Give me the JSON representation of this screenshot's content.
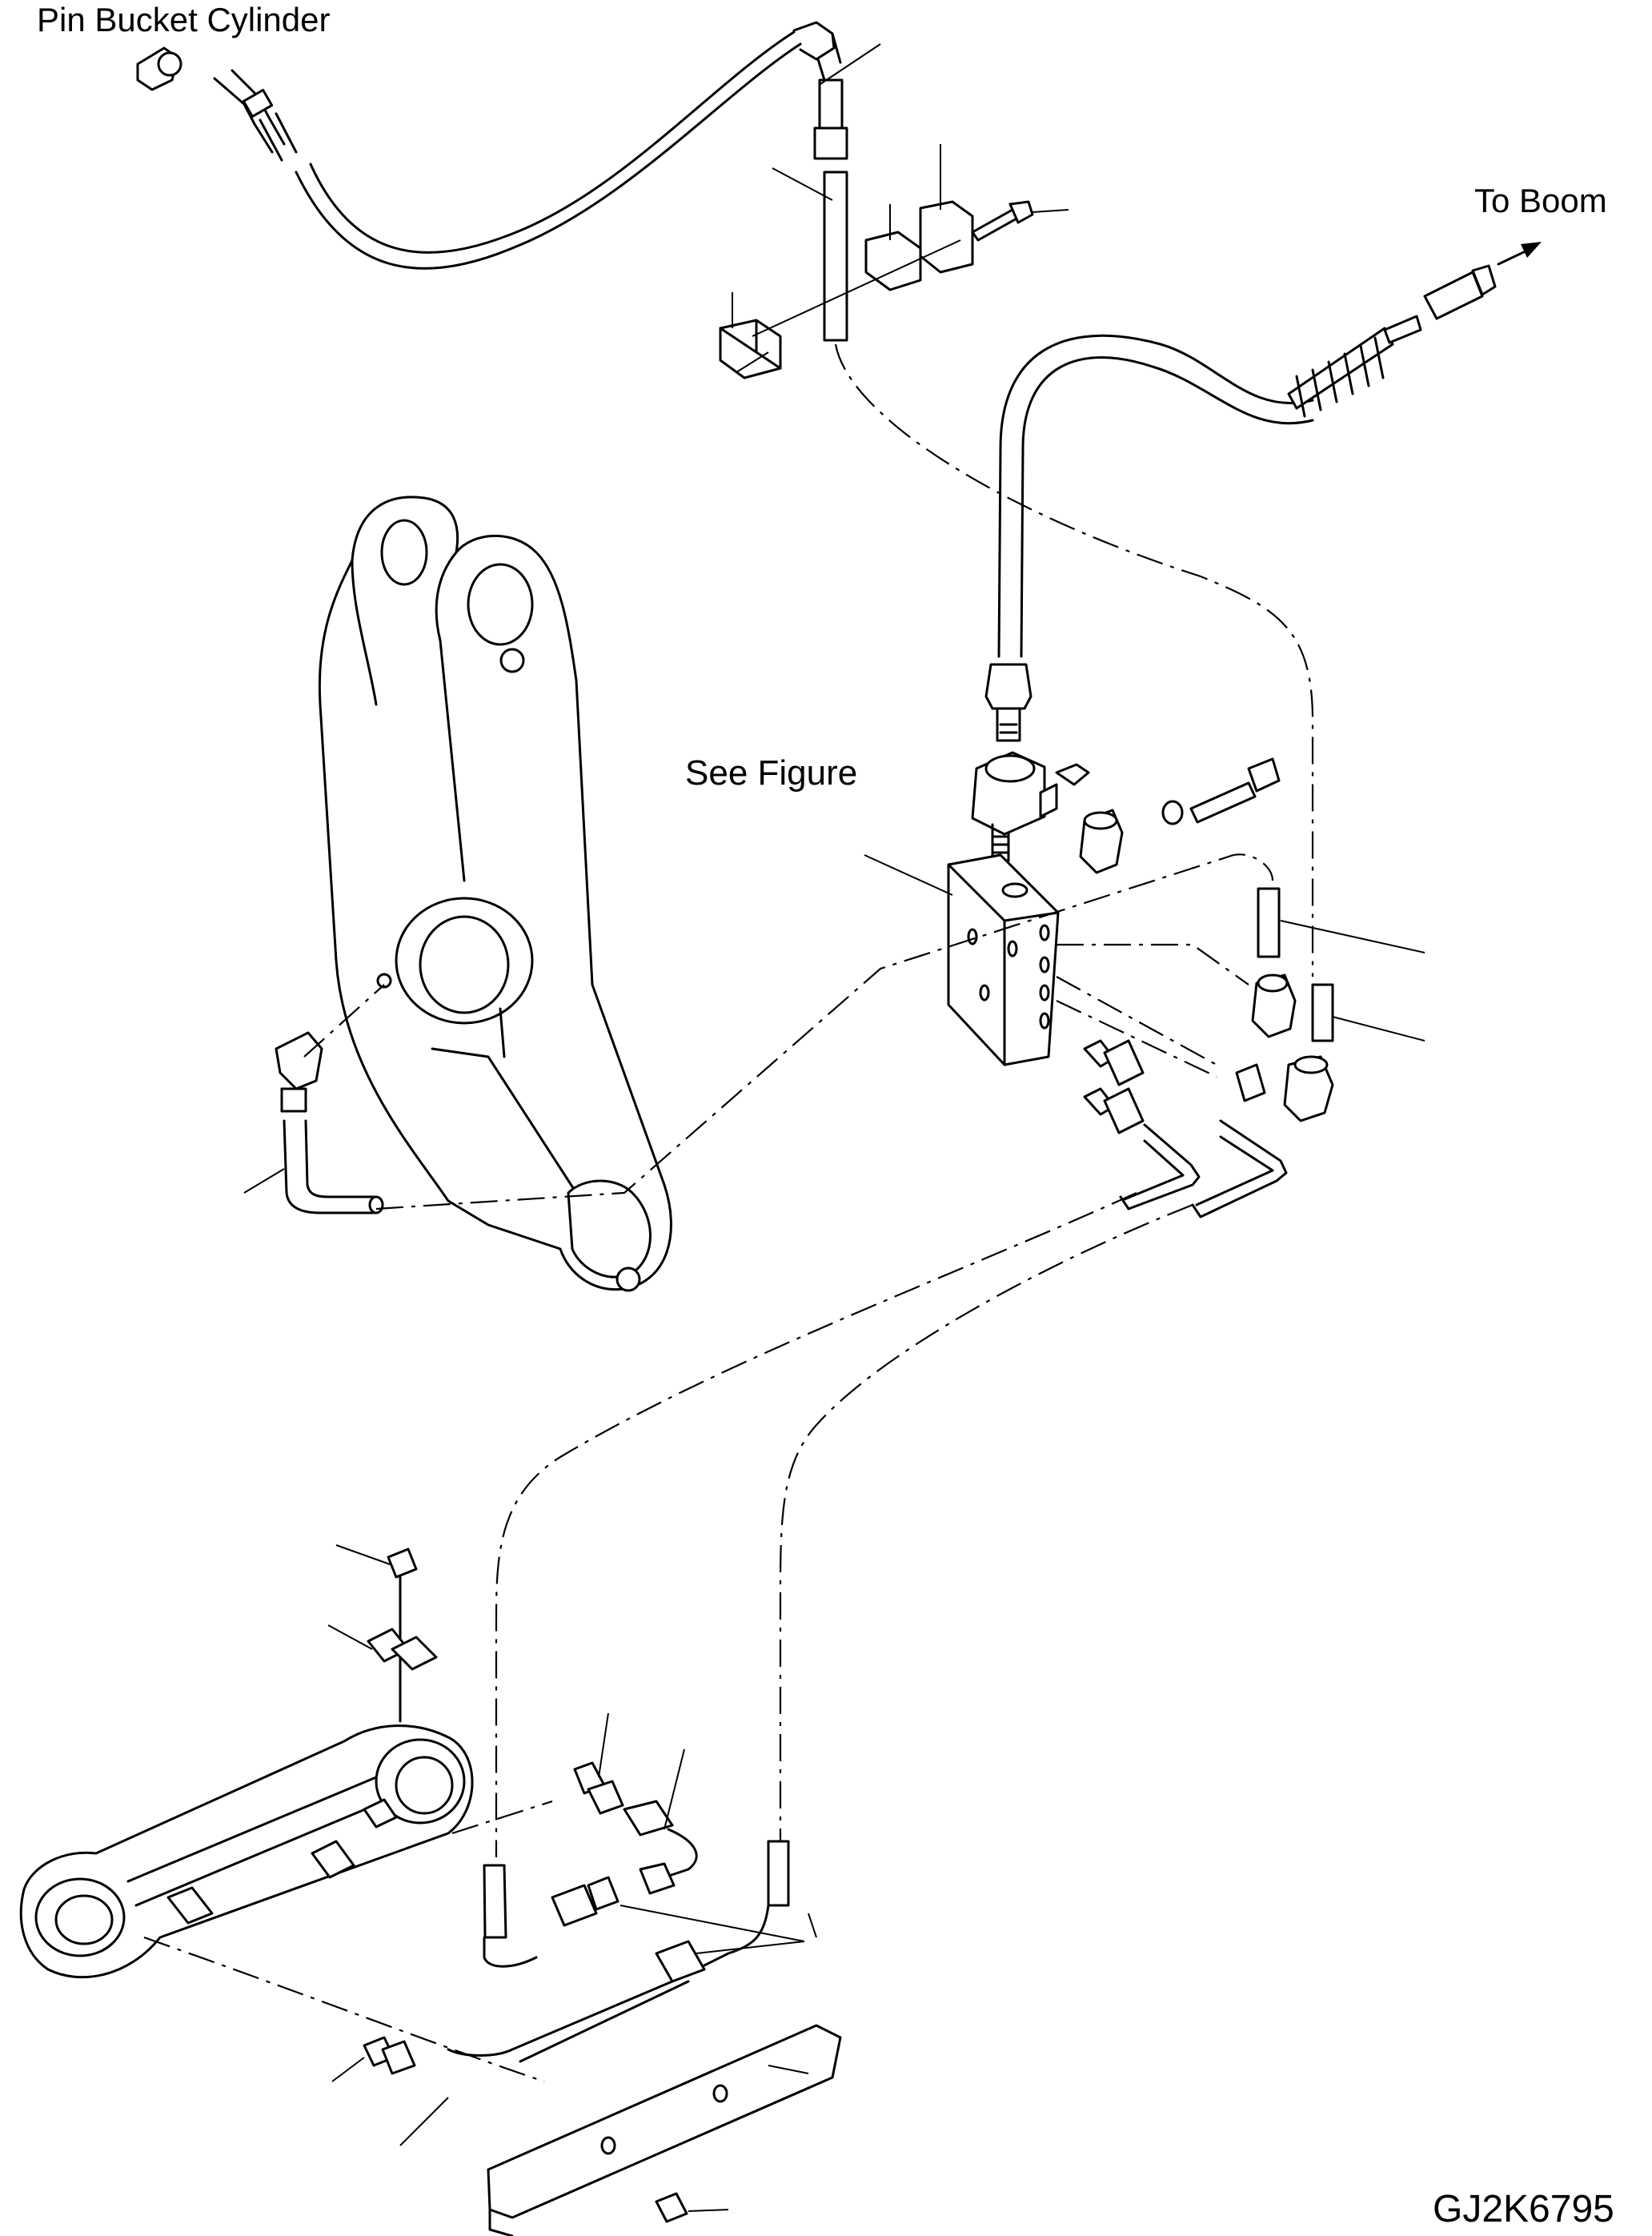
{
  "labels": {
    "pin_bucket_cylinder": "Pin Bucket Cylinder",
    "to_boom": "To Boom",
    "see_figure": "See Figure",
    "drawing_code": "GJ2K6795"
  }
}
